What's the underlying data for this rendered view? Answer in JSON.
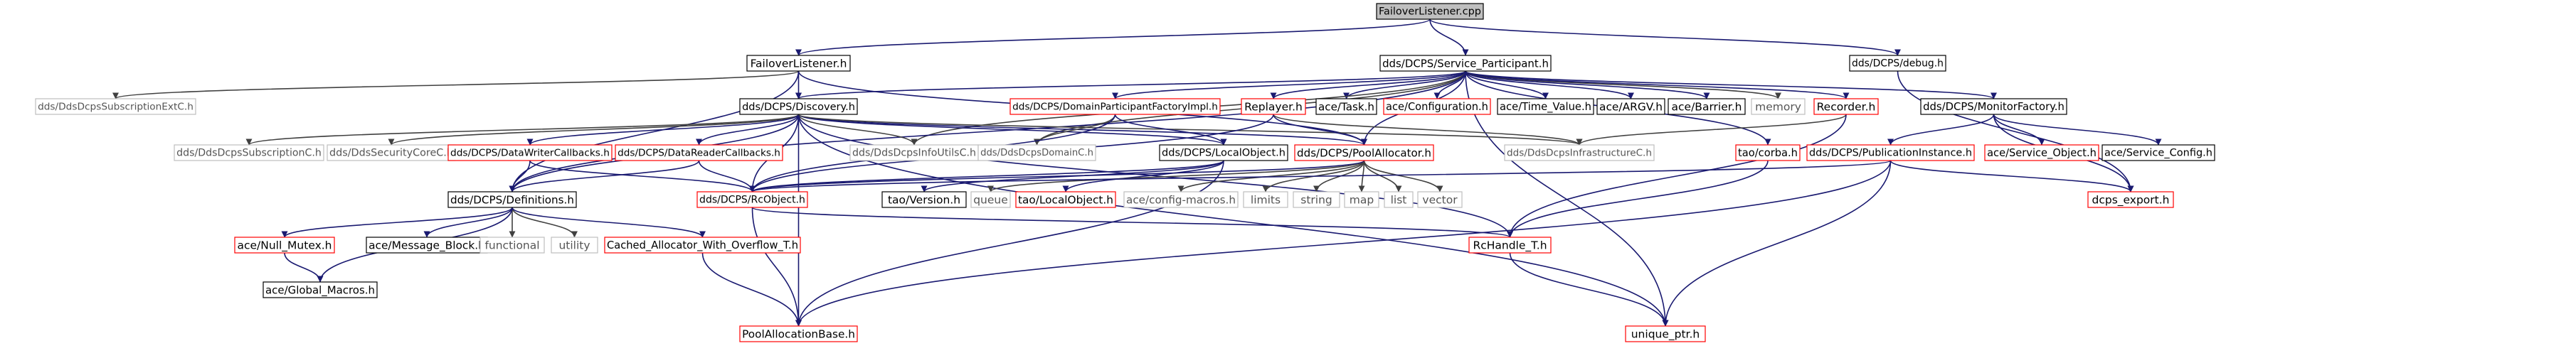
{
  "colors": {
    "focus_fill": "#bfbfbf",
    "box_stroke_black": "#000000",
    "box_stroke_red": "#ff0000",
    "box_stroke_gray": "#bfbfbf",
    "text": "#000000",
    "text_gray": "#555555",
    "edge": "#191970",
    "edge_gray": "#404040",
    "edge_red": "#8b1a1a"
  },
  "nodes": [
    {
      "id": "failover_cpp",
      "label": "FailoverListener.cpp",
      "style": "focus"
    },
    {
      "id": "failover_h",
      "label": "FailoverListener.h",
      "style": "black"
    },
    {
      "id": "service_participant",
      "label": "dds/DCPS/Service_Participant.h",
      "style": "black"
    },
    {
      "id": "debug",
      "label": "dds/DCPS/debug.h",
      "style": "black"
    },
    {
      "id": "subscription_extc",
      "label": "dds/DdsDcpsSubscriptionExtC.h",
      "style": "gray"
    },
    {
      "id": "discovery",
      "label": "dds/DCPS/Discovery.h",
      "style": "black"
    },
    {
      "id": "domain_participant_factory",
      "label": "dds/DCPS/DomainParticipantFactoryImpl.h",
      "style": "red"
    },
    {
      "id": "replayer",
      "label": "Replayer.h",
      "style": "red"
    },
    {
      "id": "ace_task",
      "label": "ace/Task.h",
      "style": "black"
    },
    {
      "id": "ace_configuration",
      "label": "ace/Configuration.h",
      "style": "red"
    },
    {
      "id": "ace_time_value",
      "label": "ace/Time_Value.h",
      "style": "black"
    },
    {
      "id": "ace_argv",
      "label": "ace/ARGV.h",
      "style": "black"
    },
    {
      "id": "ace_barrier",
      "label": "ace/Barrier.h",
      "style": "black"
    },
    {
      "id": "memory",
      "label": "memory",
      "style": "gray"
    },
    {
      "id": "recorder",
      "label": "Recorder.h",
      "style": "red"
    },
    {
      "id": "monitor_factory",
      "label": "dds/DCPS/MonitorFactory.h",
      "style": "black"
    },
    {
      "id": "subscription_c",
      "label": "dds/DdsDcpsSubscriptionC.h",
      "style": "gray"
    },
    {
      "id": "security_core",
      "label": "dds/DdsSecurityCoreC.h",
      "style": "gray"
    },
    {
      "id": "data_writer_callbacks",
      "label": "dds/DCPS/DataWriterCallbacks.h",
      "style": "red"
    },
    {
      "id": "data_reader_callbacks",
      "label": "dds/DCPS/DataReaderCallbacks.h",
      "style": "red"
    },
    {
      "id": "info_utils",
      "label": "dds/DdsDcpsInfoUtilsC.h",
      "style": "gray"
    },
    {
      "id": "domain_c",
      "label": "dds/DdsDcpsDomainC.h",
      "style": "gray"
    },
    {
      "id": "local_object",
      "label": "dds/DCPS/LocalObject.h",
      "style": "black"
    },
    {
      "id": "pool_allocator",
      "label": "dds/DCPS/PoolAllocator.h",
      "style": "red"
    },
    {
      "id": "infrastructure_c",
      "label": "dds/DdsDcpsInfrastructureC.h",
      "style": "gray"
    },
    {
      "id": "tao_corba",
      "label": "tao/corba.h",
      "style": "red"
    },
    {
      "id": "publication_instance",
      "label": "dds/DCPS/PublicationInstance.h",
      "style": "red"
    },
    {
      "id": "ace_service_object",
      "label": "ace/Service_Object.h",
      "style": "red"
    },
    {
      "id": "ace_service_config",
      "label": "ace/Service_Config.h",
      "style": "black"
    },
    {
      "id": "definitions",
      "label": "dds/DCPS/Definitions.h",
      "style": "black"
    },
    {
      "id": "rc_object",
      "label": "dds/DCPS/RcObject.h",
      "style": "red"
    },
    {
      "id": "tao_version",
      "label": "tao/Version.h",
      "style": "black"
    },
    {
      "id": "queue",
      "label": "queue",
      "style": "gray"
    },
    {
      "id": "tao_local_object",
      "label": "tao/LocalObject.h",
      "style": "red"
    },
    {
      "id": "ace_config_macros",
      "label": "ace/config-macros.h",
      "style": "gray"
    },
    {
      "id": "limits",
      "label": "limits",
      "style": "gray"
    },
    {
      "id": "string",
      "label": "string",
      "style": "gray"
    },
    {
      "id": "map",
      "label": "map",
      "style": "gray"
    },
    {
      "id": "list",
      "label": "list",
      "style": "gray"
    },
    {
      "id": "vector",
      "label": "vector",
      "style": "gray"
    },
    {
      "id": "dcps_export",
      "label": "dcps_export.h",
      "style": "red"
    },
    {
      "id": "ace_null_mutex",
      "label": "ace/Null_Mutex.h",
      "style": "red"
    },
    {
      "id": "ace_message_block",
      "label": "ace/Message_Block.h",
      "style": "black"
    },
    {
      "id": "functional",
      "label": "functional",
      "style": "gray"
    },
    {
      "id": "utility",
      "label": "utility",
      "style": "gray"
    },
    {
      "id": "cached_allocator",
      "label": "Cached_Allocator_With_Overflow_T.h",
      "style": "red"
    },
    {
      "id": "rc_handle",
      "label": "RcHandle_T.h",
      "style": "red"
    },
    {
      "id": "ace_global_macros",
      "label": "ace/Global_Macros.h",
      "style": "black"
    },
    {
      "id": "pool_allocation_base",
      "label": "PoolAllocationBase.h",
      "style": "red"
    },
    {
      "id": "unique_ptr",
      "label": "unique_ptr.h",
      "style": "red"
    }
  ],
  "edges": [
    [
      "failover_cpp",
      "failover_h"
    ],
    [
      "failover_cpp",
      "service_participant"
    ],
    [
      "failover_cpp",
      "debug"
    ],
    [
      "failover_h",
      "subscription_extc"
    ],
    [
      "failover_h",
      "discovery"
    ],
    [
      "failover_h",
      "pool_allocator"
    ],
    [
      "failover_h",
      "definitions"
    ],
    [
      "service_participant",
      "discovery"
    ],
    [
      "service_participant",
      "domain_participant_factory"
    ],
    [
      "service_participant",
      "replayer"
    ],
    [
      "service_participant",
      "ace_task"
    ],
    [
      "service_participant",
      "ace_configuration"
    ],
    [
      "service_participant",
      "ace_time_value"
    ],
    [
      "service_participant",
      "ace_argv"
    ],
    [
      "service_participant",
      "ace_barrier"
    ],
    [
      "service_participant",
      "memory"
    ],
    [
      "service_participant",
      "recorder"
    ],
    [
      "service_participant",
      "monitor_factory"
    ],
    [
      "service_participant",
      "info_utils"
    ],
    [
      "service_participant",
      "domain_c"
    ],
    [
      "service_participant",
      "pool_allocator"
    ],
    [
      "service_participant",
      "tao_corba"
    ],
    [
      "service_participant",
      "unique_ptr"
    ],
    [
      "service_participant",
      "definitions"
    ],
    [
      "debug",
      "dcps_export"
    ],
    [
      "discovery",
      "subscription_c"
    ],
    [
      "discovery",
      "security_core"
    ],
    [
      "discovery",
      "data_writer_callbacks"
    ],
    [
      "discovery",
      "data_reader_callbacks"
    ],
    [
      "discovery",
      "info_utils"
    ],
    [
      "discovery",
      "local_object"
    ],
    [
      "discovery",
      "pool_allocator"
    ],
    [
      "discovery",
      "rc_object"
    ],
    [
      "discovery",
      "rc_handle"
    ],
    [
      "discovery",
      "definitions"
    ],
    [
      "discovery",
      "unique_ptr"
    ],
    [
      "discovery",
      "pool_allocation_base"
    ],
    [
      "discovery",
      "infrastructure_c"
    ],
    [
      "domain_participant_factory",
      "local_object"
    ],
    [
      "domain_participant_factory",
      "domain_c"
    ],
    [
      "domain_participant_factory",
      "rc_object"
    ],
    [
      "replayer",
      "pool_allocator"
    ],
    [
      "replayer",
      "infrastructure_c"
    ],
    [
      "replayer",
      "rc_object"
    ],
    [
      "recorder",
      "infrastructure_c"
    ],
    [
      "recorder",
      "rc_handle"
    ],
    [
      "monitor_factory",
      "publication_instance"
    ],
    [
      "monitor_factory",
      "ace_service_object"
    ],
    [
      "monitor_factory",
      "ace_service_config"
    ],
    [
      "monitor_factory",
      "dcps_export"
    ],
    [
      "data_writer_callbacks",
      "definitions"
    ],
    [
      "data_writer_callbacks",
      "rc_object"
    ],
    [
      "data_reader_callbacks",
      "definitions"
    ],
    [
      "data_reader_callbacks",
      "rc_object"
    ],
    [
      "local_object",
      "tao_version"
    ],
    [
      "local_object",
      "tao_local_object"
    ],
    [
      "local_object",
      "rc_object"
    ],
    [
      "local_object",
      "pool_allocation_base"
    ],
    [
      "pool_allocator",
      "queue"
    ],
    [
      "pool_allocator",
      "ace_config_macros"
    ],
    [
      "pool_allocator",
      "limits"
    ],
    [
      "pool_allocator",
      "string"
    ],
    [
      "pool_allocator",
      "map"
    ],
    [
      "pool_allocator",
      "list"
    ],
    [
      "pool_allocator",
      "vector"
    ],
    [
      "pool_allocator",
      "rc_object"
    ],
    [
      "publication_instance",
      "rc_object"
    ],
    [
      "publication_instance",
      "dcps_export"
    ],
    [
      "publication_instance",
      "pool_allocation_base"
    ],
    [
      "publication_instance",
      "unique_ptr"
    ],
    [
      "tao_corba",
      "rc_handle"
    ],
    [
      "definitions",
      "ace_null_mutex"
    ],
    [
      "definitions",
      "ace_message_block"
    ],
    [
      "definitions",
      "functional"
    ],
    [
      "definitions",
      "utility"
    ],
    [
      "definitions",
      "cached_allocator"
    ],
    [
      "definitions",
      "ace_global_macros"
    ],
    [
      "rc_object",
      "rc_handle"
    ],
    [
      "rc_object",
      "pool_allocation_base"
    ],
    [
      "ace_null_mutex",
      "ace_global_macros"
    ],
    [
      "cached_allocator",
      "pool_allocation_base"
    ],
    [
      "rc_handle",
      "unique_ptr"
    ]
  ]
}
